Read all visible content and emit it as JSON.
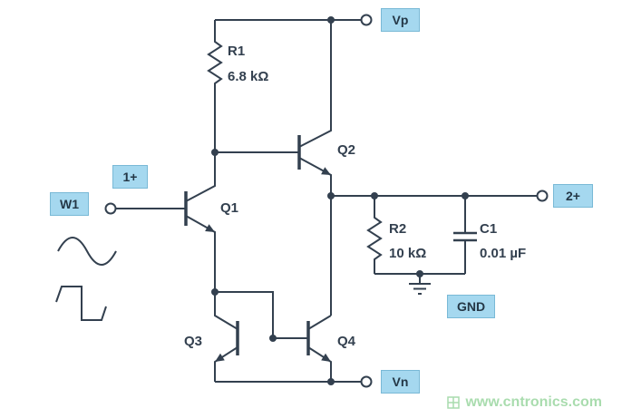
{
  "figure": {
    "type": "circuit-schematic",
    "terminals": {
      "vp": {
        "label": "Vp"
      },
      "vn": {
        "label": "Vn"
      },
      "gnd": {
        "label": "GND"
      },
      "w1": {
        "label": "W1"
      },
      "scope1": {
        "label": "1+"
      },
      "scope2": {
        "label": "2+"
      }
    },
    "components": {
      "r1": {
        "ref": "R1",
        "value": "6.8 kΩ"
      },
      "r2": {
        "ref": "R2",
        "value": "10 kΩ"
      },
      "c1": {
        "ref": "C1",
        "value": "0.01 µF"
      },
      "q1": {
        "ref": "Q1"
      },
      "q2": {
        "ref": "Q2"
      },
      "q3": {
        "ref": "Q3"
      },
      "q4": {
        "ref": "Q4"
      }
    },
    "colors": {
      "wire": "#33404f",
      "label_box": "#a5d8ef",
      "watermark": "#a9dcae"
    },
    "watermark": {
      "text": "www.cntronics.com"
    }
  }
}
